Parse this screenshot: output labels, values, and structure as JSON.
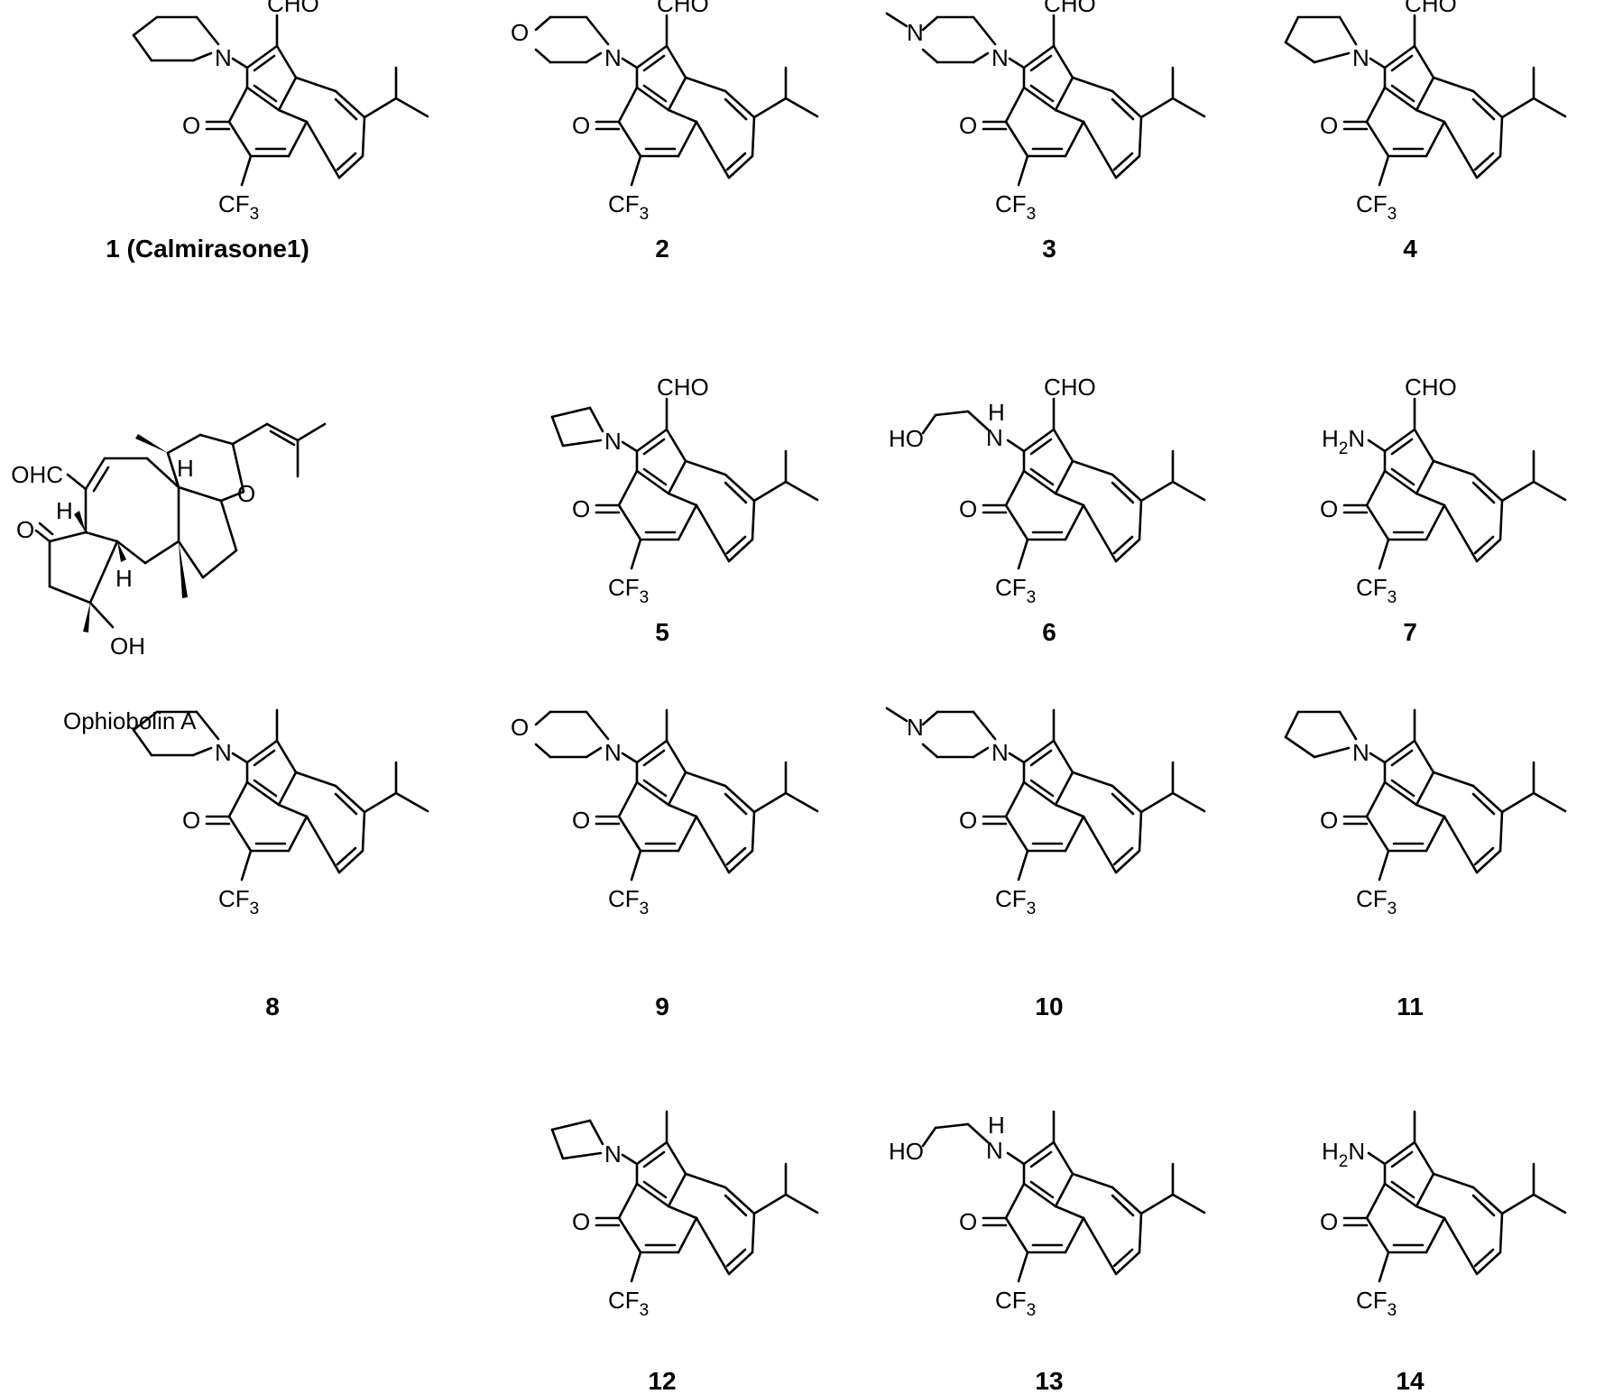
{
  "figure": {
    "scaffold_labels": {
      "aldehyde": "CHO",
      "ketone_oxygen": "O",
      "trifluoromethyl": "CF",
      "trifluoromethyl_subscript": "3",
      "nitrogen": "N"
    },
    "amine_labels": {
      "morpholine_oxygen": "O",
      "piperazine_nitrogen": "N",
      "secondary_amine_nitrogen": "N",
      "secondary_amine_hydrogen": "H",
      "hydroxyethyl": "HO",
      "amino": "H",
      "amino_subscript": "2",
      "amino_nitrogen": "N"
    },
    "compounds": [
      {
        "id": "c1",
        "label": "1 (Calmirasone1)",
        "amine": "piperidine",
        "substituent": "CHO"
      },
      {
        "id": "c2",
        "label": "2",
        "amine": "morpholine",
        "substituent": "CHO"
      },
      {
        "id": "c3",
        "label": "3",
        "amine": "N-methylpiperazine",
        "substituent": "CHO"
      },
      {
        "id": "c4",
        "label": "4",
        "amine": "pyrrolidine",
        "substituent": "CHO"
      },
      {
        "id": "c5",
        "label": "5",
        "amine": "azetidine",
        "substituent": "CHO"
      },
      {
        "id": "c6",
        "label": "6",
        "amine": "2-hydroxyethylamine",
        "substituent": "CHO"
      },
      {
        "id": "c7",
        "label": "7",
        "amine": "amino",
        "substituent": "CHO"
      },
      {
        "id": "c8",
        "label": "8",
        "amine": "piperidine",
        "substituent": "methyl"
      },
      {
        "id": "c9",
        "label": "9",
        "amine": "morpholine",
        "substituent": "methyl"
      },
      {
        "id": "c10",
        "label": "10",
        "amine": "N-methylpiperazine",
        "substituent": "methyl"
      },
      {
        "id": "c11",
        "label": "11",
        "amine": "pyrrolidine",
        "substituent": "methyl"
      },
      {
        "id": "c12",
        "label": "12",
        "amine": "azetidine",
        "substituent": "methyl"
      },
      {
        "id": "c13",
        "label": "13",
        "amine": "2-hydroxyethylamine",
        "substituent": "methyl"
      },
      {
        "id": "c14",
        "label": "14",
        "amine": "amino",
        "substituent": "methyl"
      }
    ],
    "natural_product": {
      "label": "Ophiobolin A",
      "atoms": {
        "aldehyde": "OHC",
        "ring_oxygen": "O",
        "ketone_oxygen": "O",
        "hydroxyl": "OH",
        "hydrogen": "H"
      }
    }
  }
}
